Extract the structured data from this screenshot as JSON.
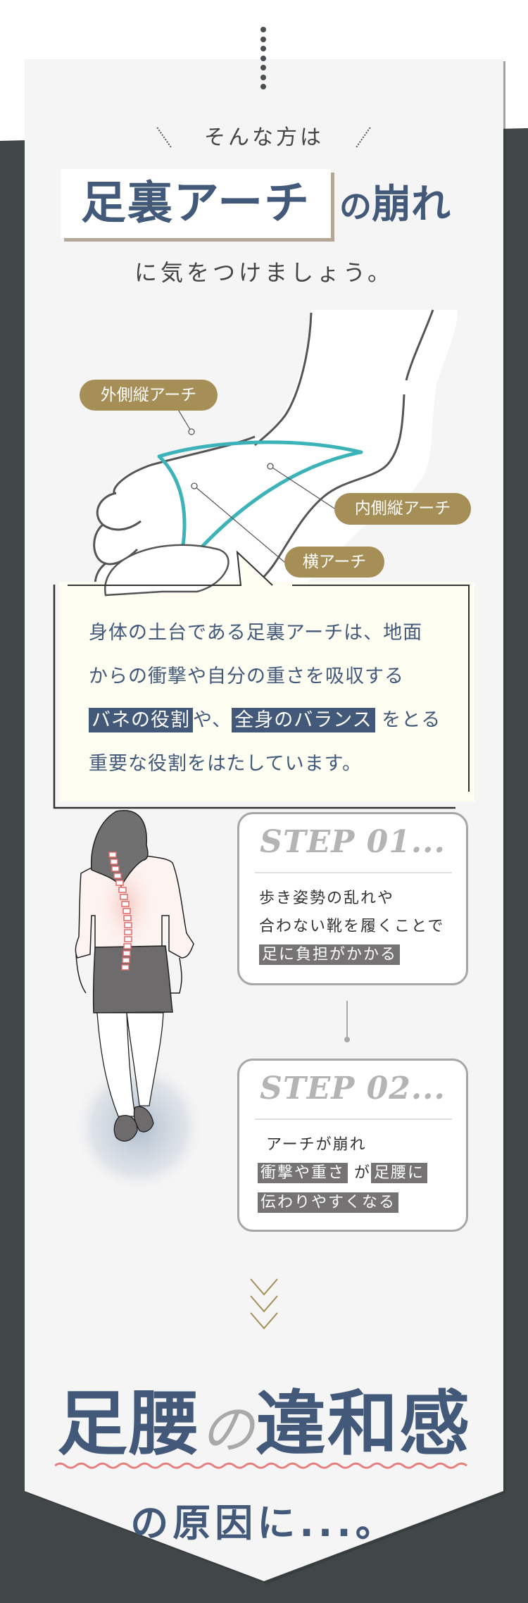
{
  "colors": {
    "dark_bg": "#414648",
    "panel_bg": "#f6f5f5",
    "navy": "#42597a",
    "gold": "#a58f57",
    "teal_arch": "#3bb3b8",
    "gray_highlight": "#767374",
    "step_title": "#b4b4b4",
    "wavy_line": "#e57e7e",
    "speech_fill": "#fdfdf1"
  },
  "intro": {
    "lead": "そんな方は",
    "headline_boxed": "足裏アーチ",
    "headline_tail_particle": "の",
    "headline_tail": "崩れ",
    "subline": "に気をつけましょう。"
  },
  "foot_diagram": {
    "labels": {
      "outer": "外側縦アーチ",
      "inner": "内側縦アーチ",
      "transverse": "横アーチ"
    }
  },
  "explanation": {
    "line1": "身体の土台である足裏アーチは、地面",
    "line2": "からの衝撃や自分の重さを吸収する",
    "line3_mark1": "バネの役割",
    "line3_mid": "や、",
    "line3_mark2": "全身のバランス",
    "line3_end": "をとる",
    "line4": "重要な役割をはたしています。"
  },
  "steps": [
    {
      "title": "STEP 01...",
      "line1": "歩き姿勢の乱れや",
      "line2": "合わない靴を履くことで",
      "mark": "足に負担がかかる"
    },
    {
      "title": "STEP 02...",
      "line1": "アーチが崩れ",
      "mark1": "衝撃や重さ",
      "mid": "が",
      "mark2": "足腰に",
      "mark3": "伝わりやすくなる"
    }
  ],
  "conclusion": {
    "word1": "足腰",
    "particle": "の",
    "word2": "違和感",
    "cause": "の原因に...。"
  }
}
